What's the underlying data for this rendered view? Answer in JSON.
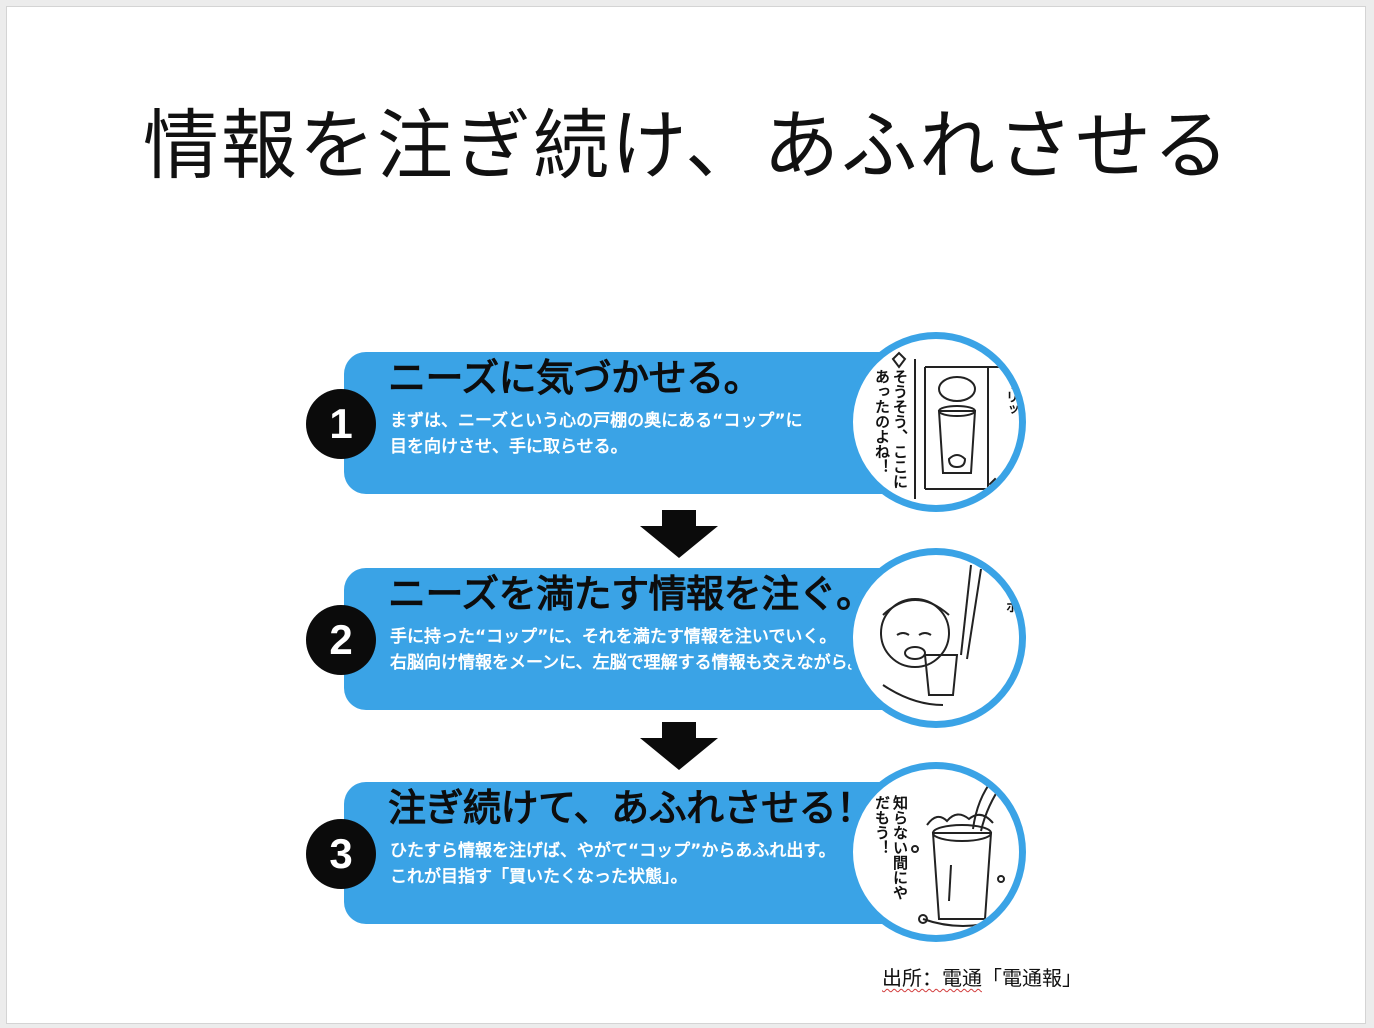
{
  "slide": {
    "title": "情報を注ぎ続け、あふれさせる",
    "source_label": "出所：電通",
    "source_title": "「電通報」"
  },
  "steps": [
    {
      "number": "1",
      "heading": "ニーズに気づかせる。",
      "desc_lines": [
        "まずは、ニーズという心の戸棚の奥にある“コップ”に",
        "目を向けさせ、手に取らせる。"
      ],
      "bubble_text": "そうそう、ここにあったのよね！",
      "sfx": "ガラーリッ"
    },
    {
      "number": "2",
      "heading": "ニーズを満たす情報を注ぐ。",
      "desc_lines": [
        "手に持った“コップ”に、それを満たす情報を注いでいく。",
        "右脳向け情報をメーンに、左脳で理解する情報も交えながら。"
      ],
      "bubble_text": "",
      "sfx": "ドボドボ"
    },
    {
      "number": "3",
      "heading": "注ぎ続けて、あふれさせる！",
      "desc_lines": [
        "ひたすら情報を注げば、やがて“コップ”からあふれ出す。",
        "これが目指す「買いたくなった状態」。"
      ],
      "bubble_text": "知らない間にやだもう！",
      "sfx": ""
    }
  ],
  "colors": {
    "band": "#3aa3e6",
    "number_badge": "#0b0b0b",
    "arrow": "#0b0b0b"
  },
  "icons": {
    "arrow": "down-arrow-icon"
  }
}
